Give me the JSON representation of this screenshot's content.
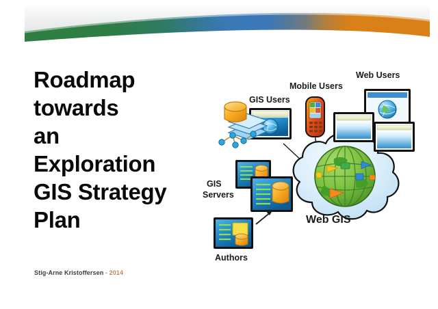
{
  "slide": {
    "background_color": "#ffffff"
  },
  "banner": {
    "name": "swoosh-banner",
    "colors": {
      "green": "#2e7d43",
      "blue": "#3a78b8",
      "orange": "#d98019",
      "gray_fill": "#eceded",
      "shadow": "#bdbdbd"
    }
  },
  "title": {
    "lines": [
      "Roadmap",
      "towards",
      "an",
      "Exploration",
      "GIS Strategy",
      "Plan"
    ],
    "color": "#0a0a0a"
  },
  "byline": {
    "author": "Stig-Arne Kristoffersen",
    "separator": " - ",
    "year": "2014",
    "author_color": "#3d3d3d",
    "year_color": "#b68b5a"
  },
  "diagram": {
    "name": "web-gis-architecture-diagram",
    "labels": {
      "gis_users": "GIS Users",
      "mobile_users": "Mobile Users",
      "web_users": "Web Users",
      "gis_servers_line1": "GIS",
      "gis_servers_line2": "Servers",
      "authors": "Authors",
      "web_gis": "Web GIS"
    },
    "colors": {
      "cloud_fill": "#cfe6f7",
      "cloud_highlight": "#eaf5fd",
      "cloud_stroke": "#111111",
      "globe_green": "#77c043",
      "globe_dark_green": "#4f9b2e",
      "screen_blue": "#1f7fc4",
      "screen_dark": "#0d4f7d",
      "db_orange": "#f5a623",
      "db_orange_dark": "#d98019",
      "phone_red": "#e03a1e",
      "phone_orange": "#f0a400",
      "node_blue": "#2aa7e0",
      "line_black": "#1a1a1a"
    }
  }
}
